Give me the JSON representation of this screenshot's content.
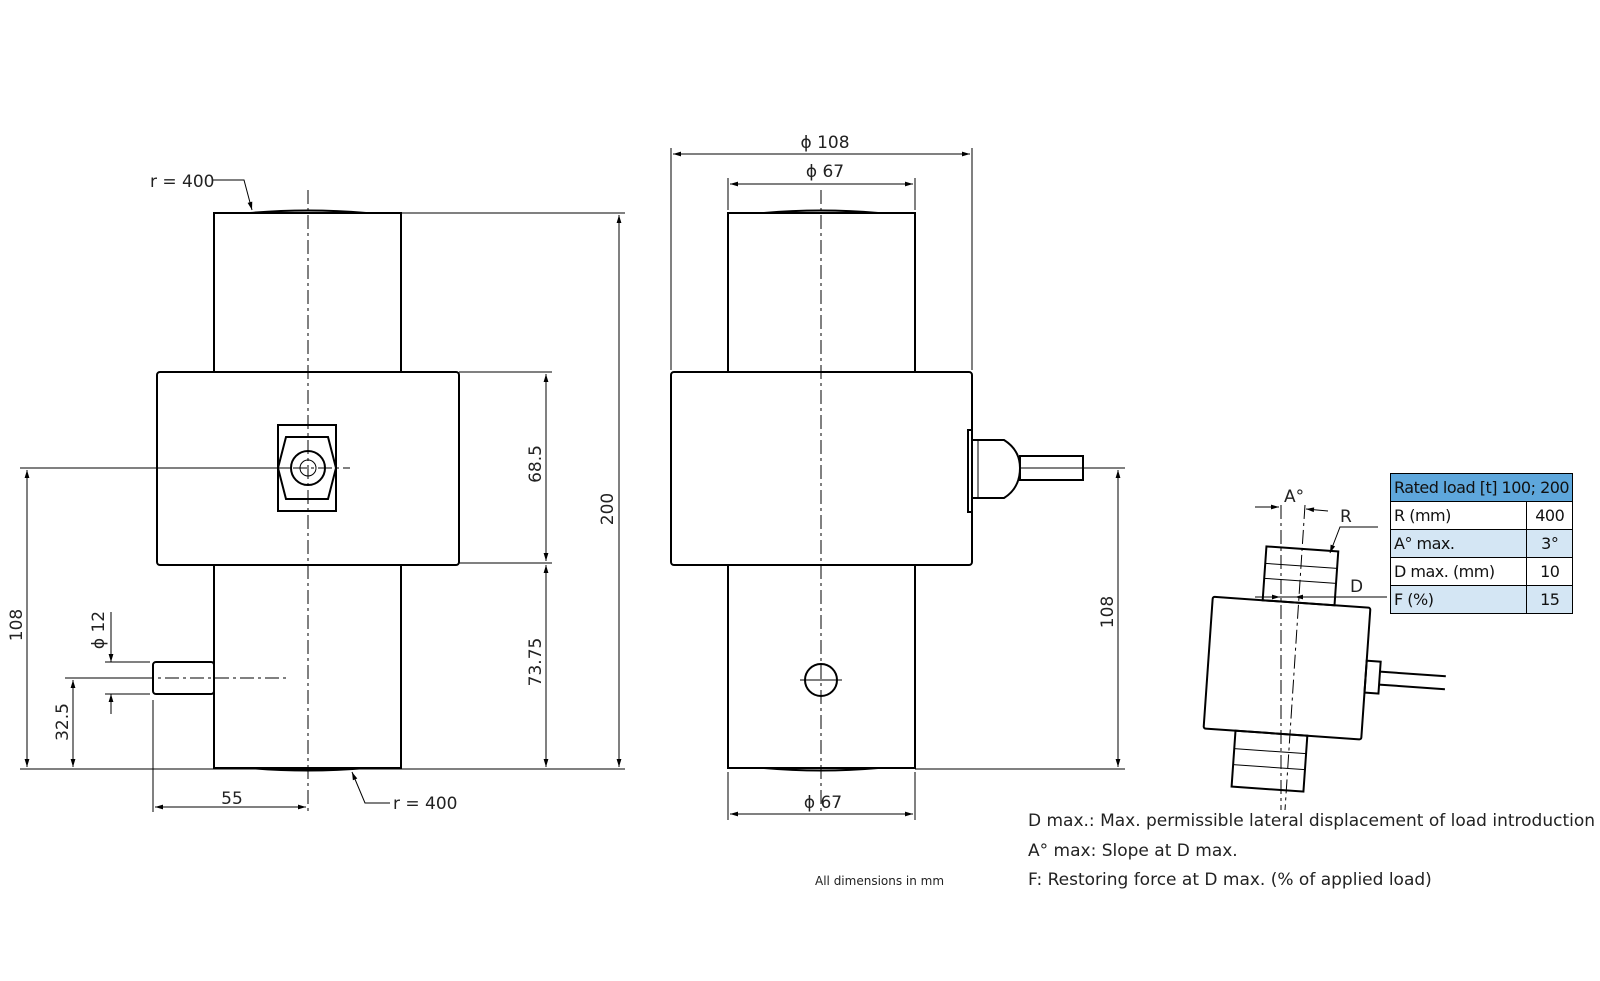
{
  "left_view": {
    "radius_top": "r = 400",
    "radius_bottom": "r = 400",
    "dim_108": "108",
    "dim_phi12": "ϕ 12",
    "dim_32_5": "32.5",
    "dim_55": "55",
    "dim_68_5": "68.5",
    "dim_73_75": "73.75",
    "dim_200": "200"
  },
  "middle_view": {
    "dim_phi108": "ϕ 108",
    "dim_phi67_top": "ϕ 67",
    "dim_phi67_bottom": "ϕ 67",
    "dim_108": "108"
  },
  "tilt_view": {
    "label_a": "A°",
    "label_r": "R",
    "label_d": "D"
  },
  "table": {
    "header": "Rated load [t] 100; 200",
    "rows": [
      {
        "label": "R (mm)",
        "value": "400"
      },
      {
        "label": "A° max.",
        "value": "3°"
      },
      {
        "label": "D max. (mm)",
        "value": "10"
      },
      {
        "label": "F (%)",
        "value": "15"
      }
    ],
    "colors": {
      "header": "#5ea7dc",
      "alt": "#d4e6f4"
    }
  },
  "notes": [
    "D max.: Max. permissible lateral displacement of load introduction",
    "A° max: Slope at D max.",
    "F: Restoring force at D max. (% of applied load)"
  ],
  "footer": "All dimensions in mm"
}
